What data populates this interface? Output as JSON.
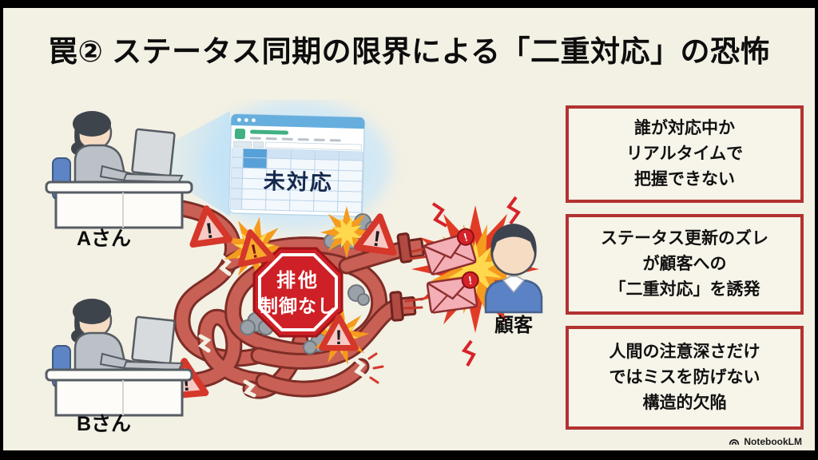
{
  "slide": {
    "title": "罠② ステータス同期の限界による「二重対応」の恐怖",
    "brand": "NotebookLM"
  },
  "illustration": {
    "person_a": "Aさん",
    "person_b": "Bさん",
    "customer": "顧客",
    "sheet_status": "未対応",
    "stop_sign_line1": "排他",
    "stop_sign_line2": "制御なし"
  },
  "callouts": [
    {
      "lines": [
        "誰が対応中か",
        "リアルタイムで",
        "把握できない"
      ]
    },
    {
      "lines": [
        "ステータス更新のズレ",
        "が顧客への",
        "「二重対応」を誘発"
      ]
    },
    {
      "lines": [
        "人間の注意深さだけ",
        "ではミスを防げない",
        "構造的欠陥"
      ]
    }
  ],
  "colors": {
    "background": "#f3f0e4",
    "frame": "#000000",
    "callout_border": "#b23230",
    "stop_sign_red": "#ce2026",
    "pipe_red": "#c96055",
    "pipe_outline": "#7d2d26",
    "warning_red": "#d5372b",
    "warning_pink": "#f7c9c4",
    "spreadsheet_blue": "#66aedd",
    "selected_cell_blue": "#58a0d8",
    "status_text_navy": "#16294d",
    "burst_orange": "#f59b1e",
    "burst_yellow": "#ffd84d",
    "burst_red": "#e23b25",
    "envelope_pink": "#f3aeb6",
    "customer_shirt_blue": "#5b82c4",
    "smoke_gray": "#9aa1a8"
  }
}
